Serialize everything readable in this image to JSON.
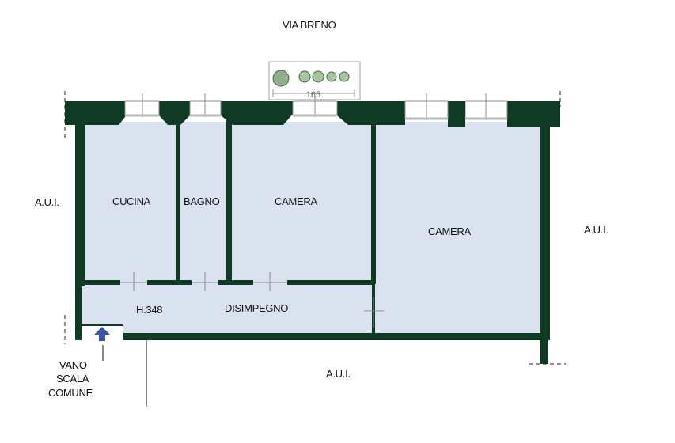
{
  "plan": {
    "street_label": "VIA BRENO",
    "balcony_dimension": "165",
    "rooms": {
      "kitchen": "CUCINA",
      "bathroom": "BAGNO",
      "bedroom_1": "CAMERA",
      "bedroom_2": "CAMERA",
      "hallway": "DISIMPEGNO"
    },
    "ceiling_height": "H.348",
    "neighbor_left": "A.U.I.",
    "neighbor_right": "A.U.I.",
    "neighbor_bottom": "A.U.I.",
    "stair_label": [
      "VANO",
      "SCALA",
      "COMUNE"
    ],
    "colors": {
      "wall": "#0f3a24",
      "floor": "#d9e2ee",
      "entrance_arrow": "#3b56a8"
    }
  }
}
